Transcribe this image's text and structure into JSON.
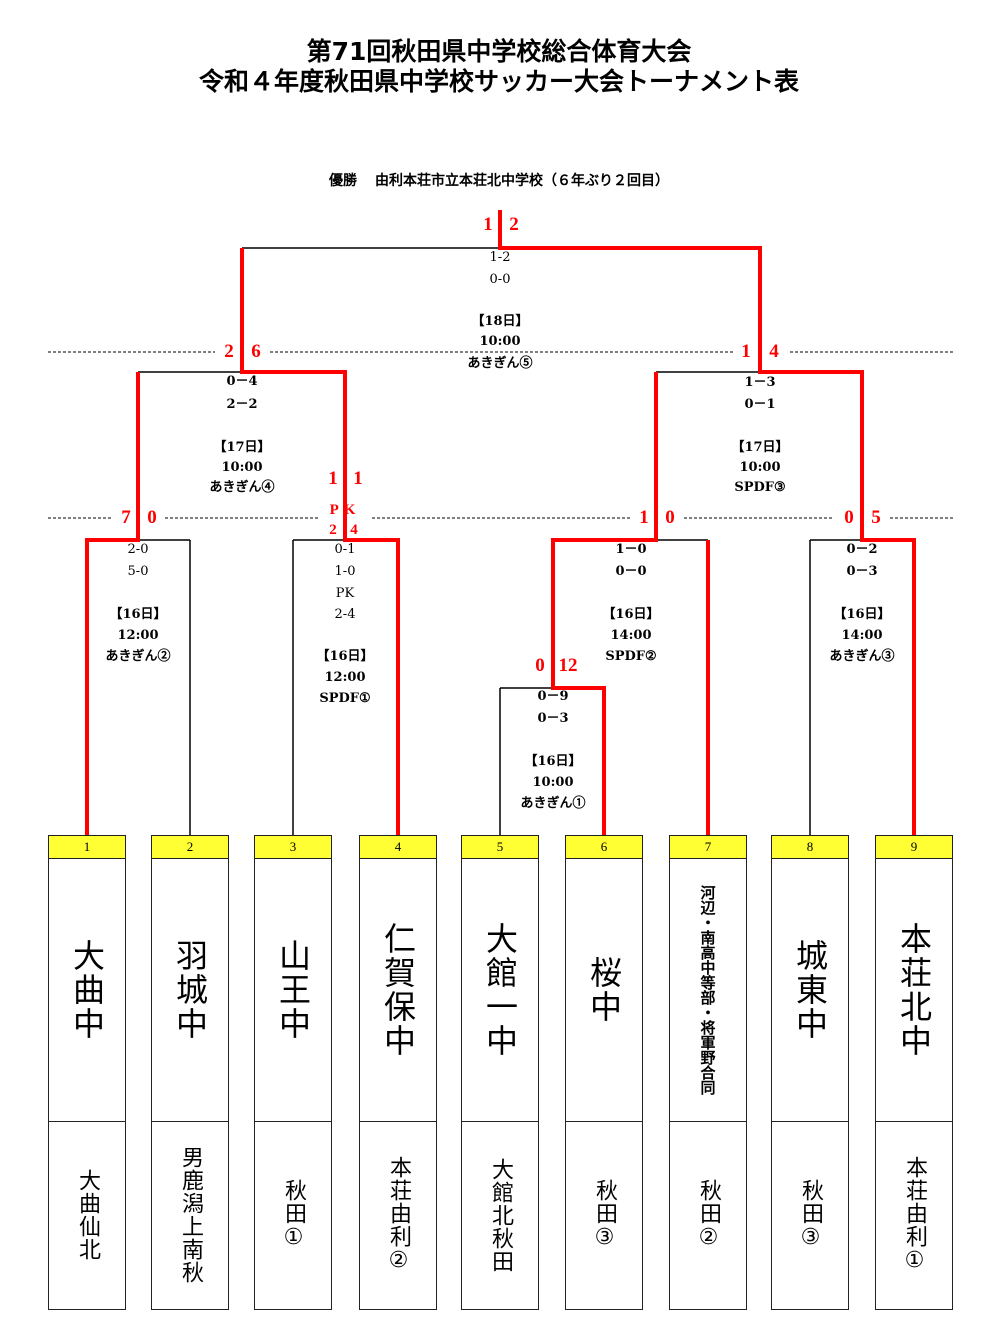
{
  "header": {
    "title_line1": "第71回秋田県中学校総合体育大会",
    "title_line2": "令和４年度秋田県中学校サッカー大会トーナメント表"
  },
  "champion": {
    "label": "優勝",
    "text": "由利本荘市立本荘北中学校（６年ぶり２回目）"
  },
  "colors": {
    "winner_line": "#ff0000",
    "seed_bg": "#ffff33",
    "line": "#000000"
  },
  "matches": {
    "final": {
      "left_total": "1",
      "right_total": "2",
      "scores": [
        "1-2",
        "0-0"
      ],
      "date": "【18日】",
      "time": "10:00",
      "venue": "あきぎん⑤"
    },
    "semi_left": {
      "left_total": "2",
      "right_total": "6",
      "scores": [
        "0－4",
        "2－2"
      ],
      "date": "【17日】",
      "time": "10:00",
      "venue": "あきぎん④"
    },
    "semi_right": {
      "left_total": "1",
      "right_total": "4",
      "scores": [
        "1－3",
        "0－1"
      ],
      "date": "【17日】",
      "time": "10:00",
      "venue": "SPDF③"
    },
    "qf1": {
      "left_total": "7",
      "right_total": "0",
      "scores": [
        "2-0",
        "5-0"
      ],
      "date": "【16日】",
      "time": "12:00",
      "venue": "あきぎん②"
    },
    "qf2": {
      "left_total": "1",
      "right_total": "1",
      "pk_label": "PK",
      "pk_left": "2",
      "pk_right": "4",
      "scores": [
        "0-1",
        "1-0"
      ],
      "pk_text": "PK",
      "pk_score": "2-4",
      "date": "【16日】",
      "time": "12:00",
      "venue": "SPDF①"
    },
    "qf3": {
      "left_total": "1",
      "right_total": "0",
      "scores": [
        "1－0",
        "0－0"
      ],
      "date": "【16日】",
      "time": "14:00",
      "venue": "SPDF②"
    },
    "qf4": {
      "left_total": "0",
      "right_total": "5",
      "scores": [
        "0－2",
        "0－3"
      ],
      "date": "【16日】",
      "time": "14:00",
      "venue": "あきぎん③"
    },
    "prelim": {
      "left_total": "0",
      "right_total": "12",
      "scores": [
        "0－9",
        "0－3"
      ],
      "date": "【16日】",
      "time": "10:00",
      "venue": "あきぎん①"
    }
  },
  "teams": [
    {
      "seed": "1",
      "name": "大曲中",
      "region": "大曲仙北"
    },
    {
      "seed": "2",
      "name": "羽城中",
      "region": "男鹿潟上南秋"
    },
    {
      "seed": "3",
      "name": "山王中",
      "region": "秋田①"
    },
    {
      "seed": "4",
      "name": "仁賀保中",
      "region": "本荘由利②"
    },
    {
      "seed": "5",
      "name": "大館一中",
      "region": "大館北秋田"
    },
    {
      "seed": "6",
      "name": "桜中",
      "region": "秋田③"
    },
    {
      "seed": "7",
      "name": "河辺・南高中等部・将軍野合同",
      "region": "秋田②"
    },
    {
      "seed": "8",
      "name": "城東中",
      "region": "秋田③"
    },
    {
      "seed": "9",
      "name": "本荘北中",
      "region": "本荘由利①"
    }
  ]
}
